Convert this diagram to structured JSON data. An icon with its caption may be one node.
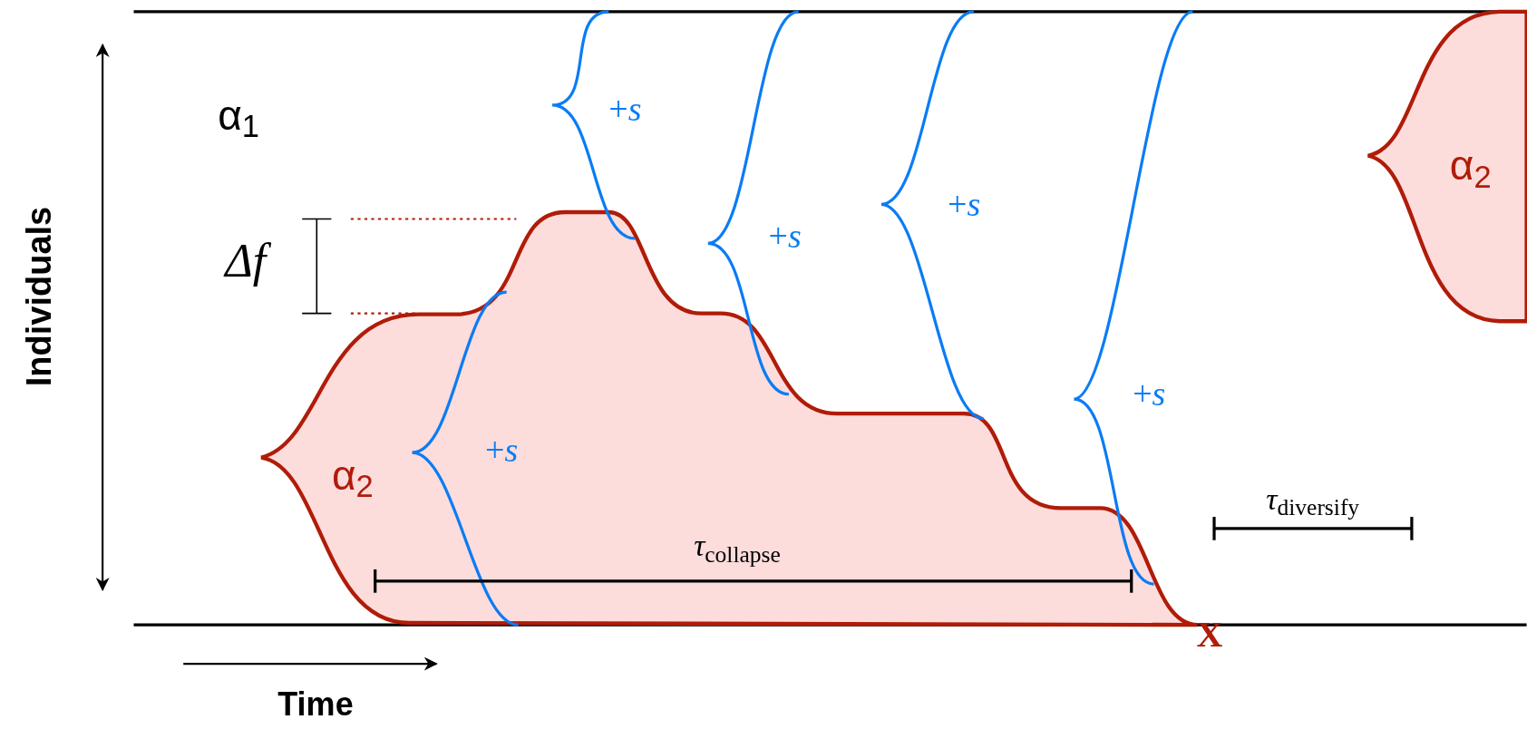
{
  "diagram": {
    "labels": [
      "α$_{1}$",
      "+*s*",
      "+*s*",
      "+*s*",
      "α$_{2}$",
      "Δf",
      "Individuals",
      "+*s*",
      "α$_{2}$",
      "+*s*",
      "*τ*$_{diversify}$",
      "*τ*$_{collapse}$",
      "X",
      "Time"
    ]
  }
}
